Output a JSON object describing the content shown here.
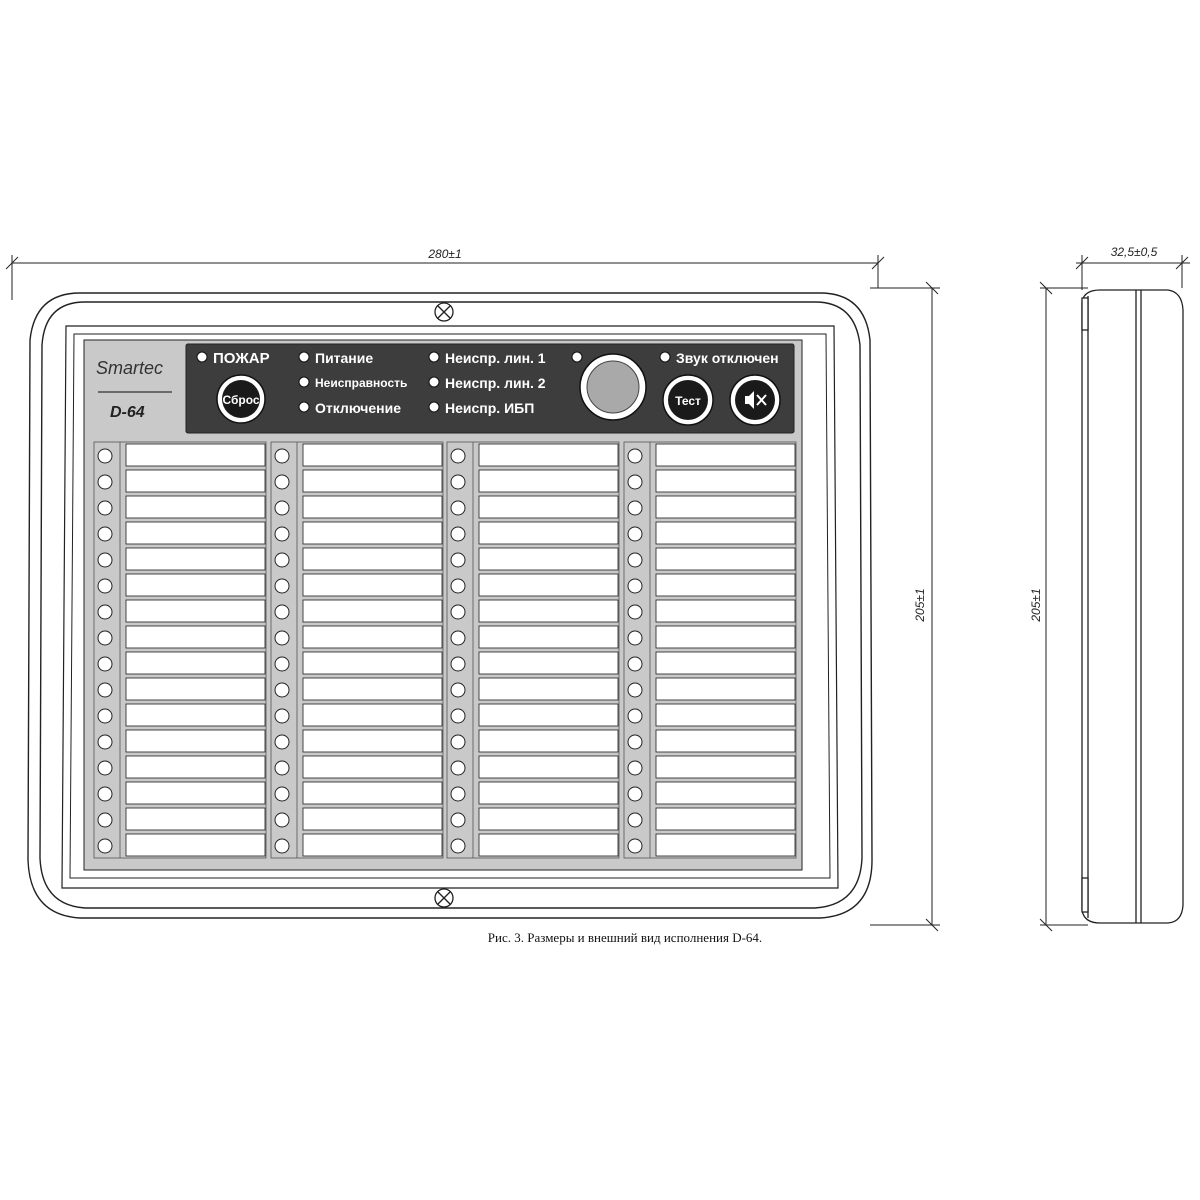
{
  "dimensions": {
    "width": "280±1",
    "height_front": "205±1",
    "height_side": "205±1",
    "depth": "32,5±0,5"
  },
  "panel": {
    "logo": "Smartec",
    "model": "D-64",
    "indicators": {
      "fire": "ПОЖАР",
      "power": "Питание",
      "fault": "Неисправность",
      "disabled": "Отключение",
      "line1_fault": "Неиспр. лин. 1",
      "line2_fault": "Неиспр. лин. 2",
      "ups_fault": "Неиспр. ИБП",
      "sound_off": "Звук отключен"
    },
    "buttons": {
      "reset": "Сброс",
      "test": "Тест"
    },
    "zone_columns": 4,
    "zone_rows": 16
  },
  "caption": "Рис. 3. Размеры и внешний вид исполнения D-64.",
  "colors": {
    "panel_dark": "#3d3d3d",
    "zone_bg": "#c9c9c9",
    "line": "#222222"
  }
}
